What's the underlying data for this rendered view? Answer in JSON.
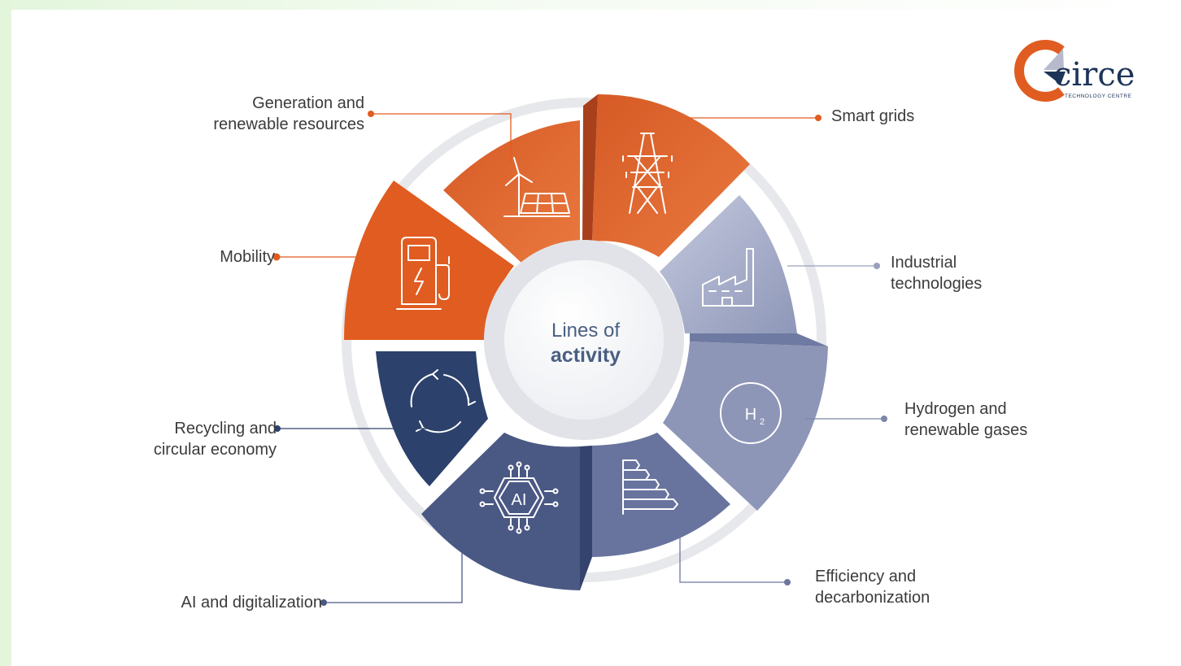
{
  "center": {
    "line1": "Lines of",
    "line2": "activity"
  },
  "logo": {
    "name": "circe",
    "subtitle": "TECHNOLOGY CENTRE"
  },
  "segments": [
    {
      "id": "smart-grids",
      "label_lines": [
        "Smart grids"
      ],
      "icon": "power-tower-icon",
      "color": "#e55a1f"
    },
    {
      "id": "industrial-technologies",
      "label_lines": [
        "Industrial",
        "technologies"
      ],
      "icon": "factory-icon",
      "color": "#aeb4cf"
    },
    {
      "id": "hydrogen",
      "label_lines": [
        "Hydrogen and",
        "renewable gases"
      ],
      "icon": "h2-icon",
      "color": "#8c95b6"
    },
    {
      "id": "efficiency",
      "label_lines": [
        "Efficiency and",
        "decarbonization"
      ],
      "icon": "energy-rating-icon",
      "color": "#69759f"
    },
    {
      "id": "ai",
      "label_lines": [
        "AI and digitalization"
      ],
      "icon": "ai-chip-icon",
      "color": "#4a5985"
    },
    {
      "id": "recycling",
      "label_lines": [
        "Recycling and",
        "circular economy"
      ],
      "icon": "recycle-arrows-icon",
      "color": "#2c416b"
    },
    {
      "id": "mobility",
      "label_lines": [
        "Mobility"
      ],
      "icon": "ev-charger-icon",
      "color": "#e4601e"
    },
    {
      "id": "generation",
      "label_lines": [
        "Generation and",
        "renewable resources"
      ],
      "icon": "wind-solar-icon",
      "color": "#e86a2b"
    }
  ]
}
